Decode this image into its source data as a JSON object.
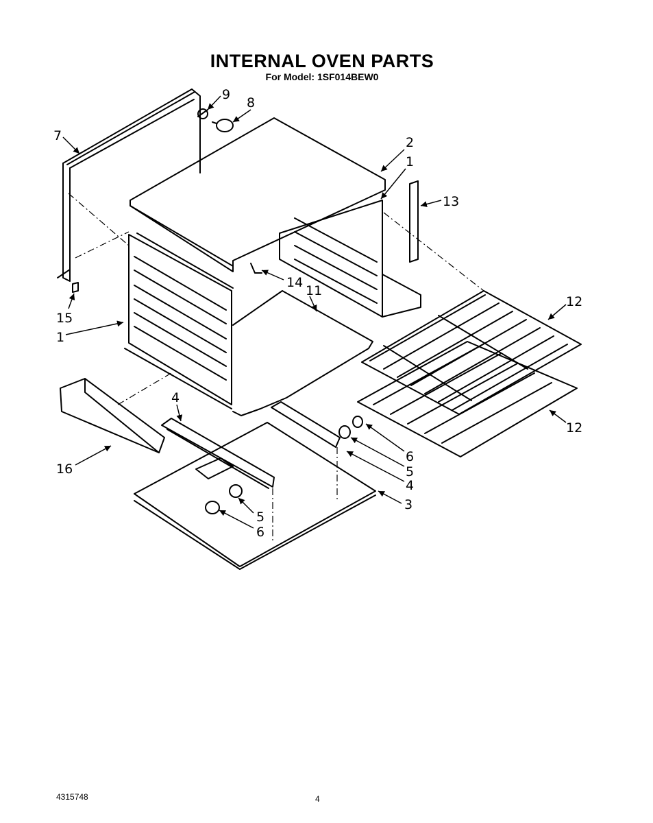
{
  "header": {
    "title": "INTERNAL OVEN PARTS",
    "subtitle": "For Model: 1SF014BEW0"
  },
  "callouts": {
    "c1_right": "1",
    "c1_left": "1",
    "c2": "2",
    "c3": "3",
    "c4_left": "4",
    "c4_right": "4",
    "c5_right": "5",
    "c5_left": "5",
    "c6_right": "6",
    "c6_left": "6",
    "c7": "7",
    "c8": "8",
    "c9": "9",
    "c11": "11",
    "c12_top": "12",
    "c12_bottom": "12",
    "c13": "13",
    "c14": "14",
    "c15": "15",
    "c16": "16"
  },
  "footer": {
    "part_number": "4315748",
    "page_number": "4"
  }
}
